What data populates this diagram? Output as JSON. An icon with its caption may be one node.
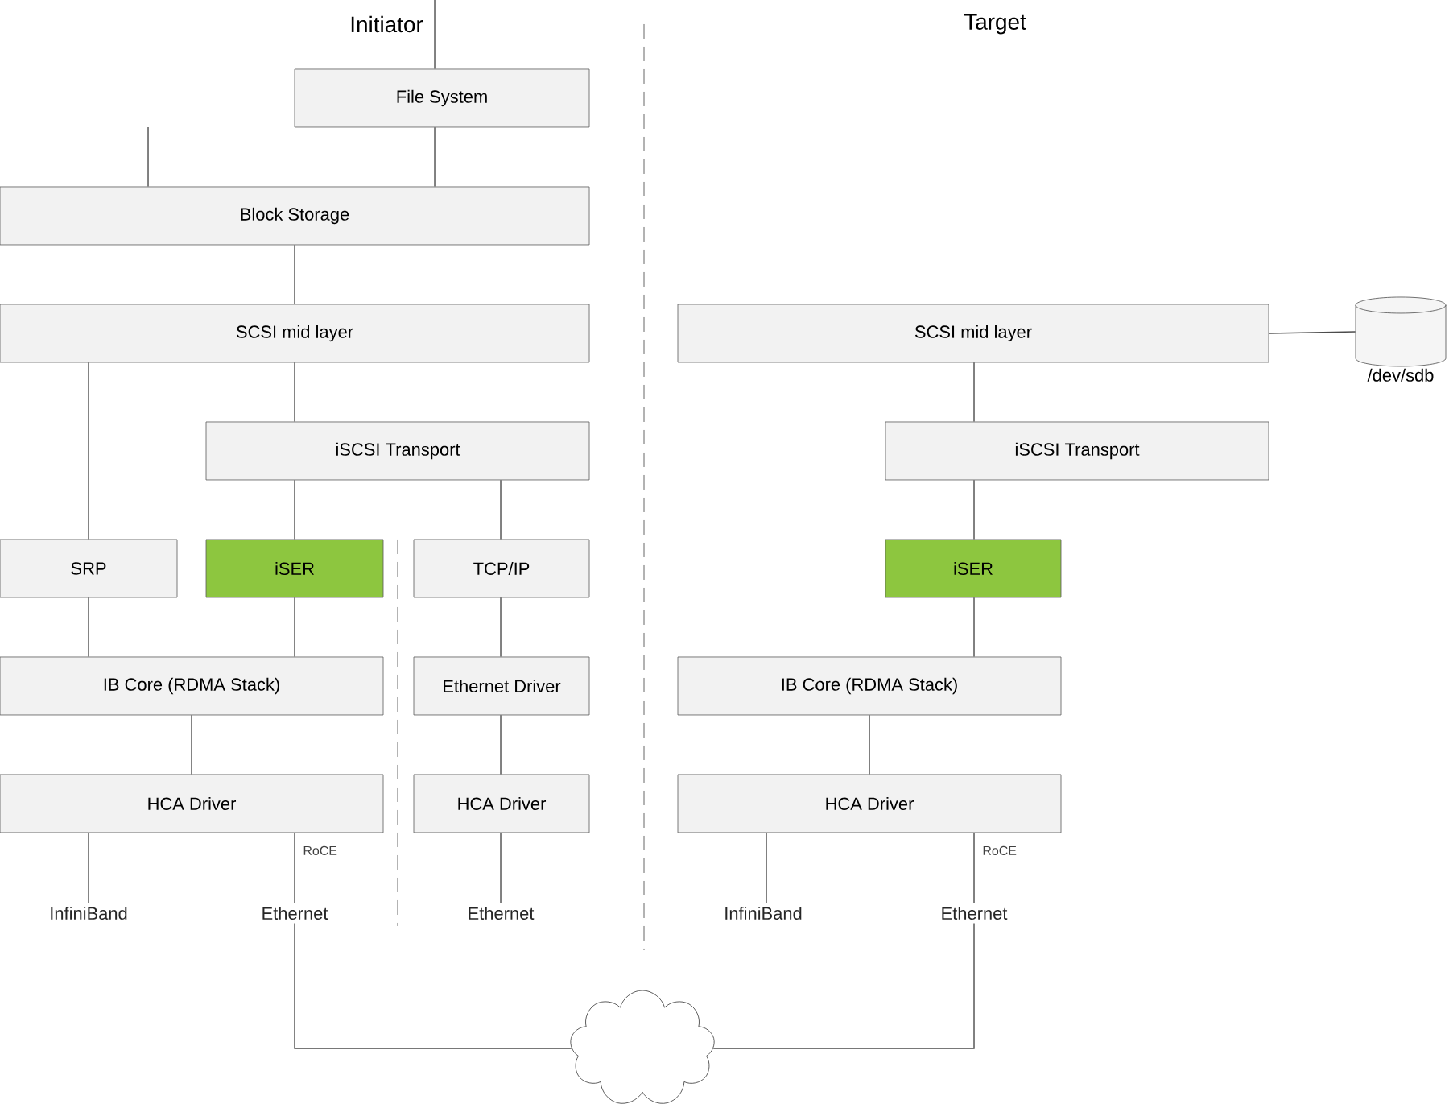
{
  "diagram": {
    "nodes": [
      {
        "text": [
          "File System"
        ]
      },
      {
        "text": [
          "Block Storage"
        ]
      },
      {
        "text": [
          "SCSI mid layer"
        ]
      },
      {
        "text": [
          "iSCSI Transport"
        ]
      },
      {
        "text": [
          "SRP"
        ]
      },
      {
        "text": [
          "iSER"
        ]
      },
      {
        "text": [
          "TCP/IP"
        ]
      },
      {
        "text": [
          "IB Core (RDMA Stack)"
        ]
      },
      {
        "text": [
          "Ethernet Driver"
        ]
      },
      {
        "text": [
          "HCA Driver"
        ]
      },
      {
        "text": [
          "HCA Driver"
        ]
      },
      {
        "text": [
          "InfiniBand"
        ]
      },
      {
        "text": [
          "Ethernet"
        ]
      },
      {
        "text": [
          "Ethernet"
        ]
      },
      {
        "text": [
          "SCSI mid layer"
        ]
      },
      {
        "text": [],
        "shape": "cylinder",
        "beside": [
          "/dev/sdb"
        ]
      },
      {
        "text": [
          "iSCSI Transport"
        ]
      },
      {
        "text": [
          "iSER"
        ]
      },
      {
        "text": [
          "IB Core (RDMA Stack)"
        ]
      },
      {
        "text": [
          "HCA Driver"
        ]
      },
      {
        "text": [
          "InfiniBand"
        ]
      },
      {
        "text": [
          "Ethernet"
        ]
      },
      {
        "text": [],
        "shape": "cloud"
      }
    ],
    "edges": [
      {
        "from": null,
        "to": 0,
        "arrow": "none"
      },
      {
        "from": 0,
        "to": 1,
        "arrow": "none"
      },
      {
        "from": null,
        "to": 1,
        "arrow": "none"
      },
      {
        "from": 1,
        "to": 2,
        "arrow": "none"
      },
      {
        "from": 2,
        "to": 4,
        "arrow": "none"
      },
      {
        "from": 2,
        "to": 3,
        "arrow": "none"
      },
      {
        "from": 3,
        "to": 5,
        "arrow": "none"
      },
      {
        "from": 3,
        "to": 6,
        "arrow": "none"
      },
      {
        "from": 4,
        "to": 7,
        "arrow": "none"
      },
      {
        "from": 5,
        "to": 7,
        "arrow": "none"
      },
      {
        "from": 6,
        "to": 8,
        "arrow": "none"
      },
      {
        "from": 7,
        "to": 9,
        "arrow": "none"
      },
      {
        "from": 8,
        "to": 10,
        "arrow": "none"
      },
      {
        "from": 9,
        "to": 11,
        "arrow": "none"
      },
      {
        "from": 9,
        "to": 12,
        "arrow": "none",
        "label": "RoCE"
      },
      {
        "from": 10,
        "to": 13,
        "arrow": "none"
      },
      {
        "from": 14,
        "to": 15,
        "arrow": "none"
      },
      {
        "from": 14,
        "to": 16,
        "arrow": "none"
      },
      {
        "from": 16,
        "to": 17,
        "arrow": "none"
      },
      {
        "from": 17,
        "to": 18,
        "arrow": "none"
      },
      {
        "from": 18,
        "to": 19,
        "arrow": "none"
      },
      {
        "from": 19,
        "to": 20,
        "arrow": "none"
      },
      {
        "from": 19,
        "to": 21,
        "arrow": "none",
        "label": "RoCE"
      },
      {
        "from": 12,
        "to": 22,
        "arrow": "none"
      },
      {
        "from": 21,
        "to": 22,
        "arrow": "none"
      }
    ],
    "labels": [
      "Initiator",
      "Target"
    ]
  }
}
